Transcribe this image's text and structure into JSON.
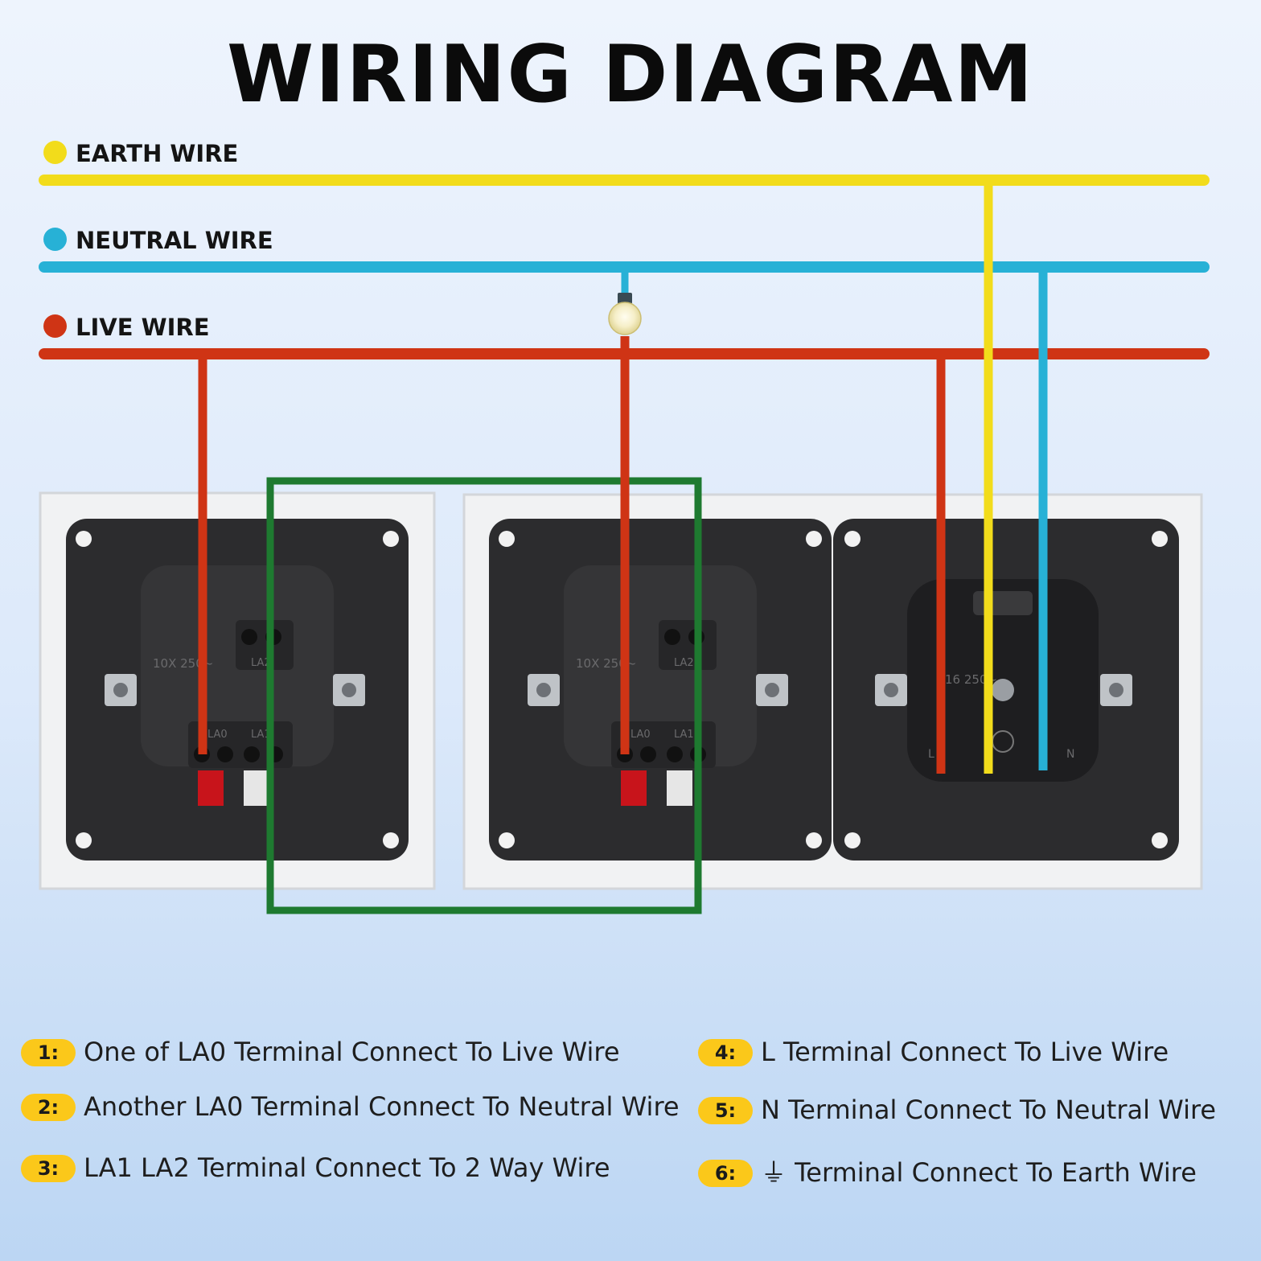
{
  "title": "WIRING DIAGRAM",
  "legend": [
    {
      "label": "EARTH WIRE",
      "color": "#f2dc1b"
    },
    {
      "label": "NEUTRAL WIRE",
      "color": "#27b1d6"
    },
    {
      "label": "LIVE WIRE",
      "color": "#cf3415"
    }
  ],
  "colors": {
    "earth": "#f2dc1b",
    "neutral": "#27b1d6",
    "live": "#cf3415",
    "two_way": "#1e7a30",
    "badge": "#fbc81a"
  },
  "device_labels": {
    "switch_rating": "10X 250~",
    "socket_rating": "16 250~",
    "terminal_la0": "LA0",
    "terminal_la1": "LA1",
    "terminal_la2": "LA2",
    "terminal_l": "L",
    "terminal_n": "N"
  },
  "notes": [
    {
      "num": "1:",
      "text": "One of LA0 Terminal Connect To Live Wire"
    },
    {
      "num": "2:",
      "text": "Another LA0 Terminal Connect To Neutral Wire"
    },
    {
      "num": "3:",
      "text": "LA1 LA2 Terminal Connect To 2 Way Wire"
    },
    {
      "num": "4:",
      "text": "L Terminal Connect To Live Wire"
    },
    {
      "num": "5:",
      "text": "N Terminal Connect To Neutral Wire"
    },
    {
      "num": "6:",
      "text": "⏚ Terminal Connect To Earth Wire"
    }
  ]
}
